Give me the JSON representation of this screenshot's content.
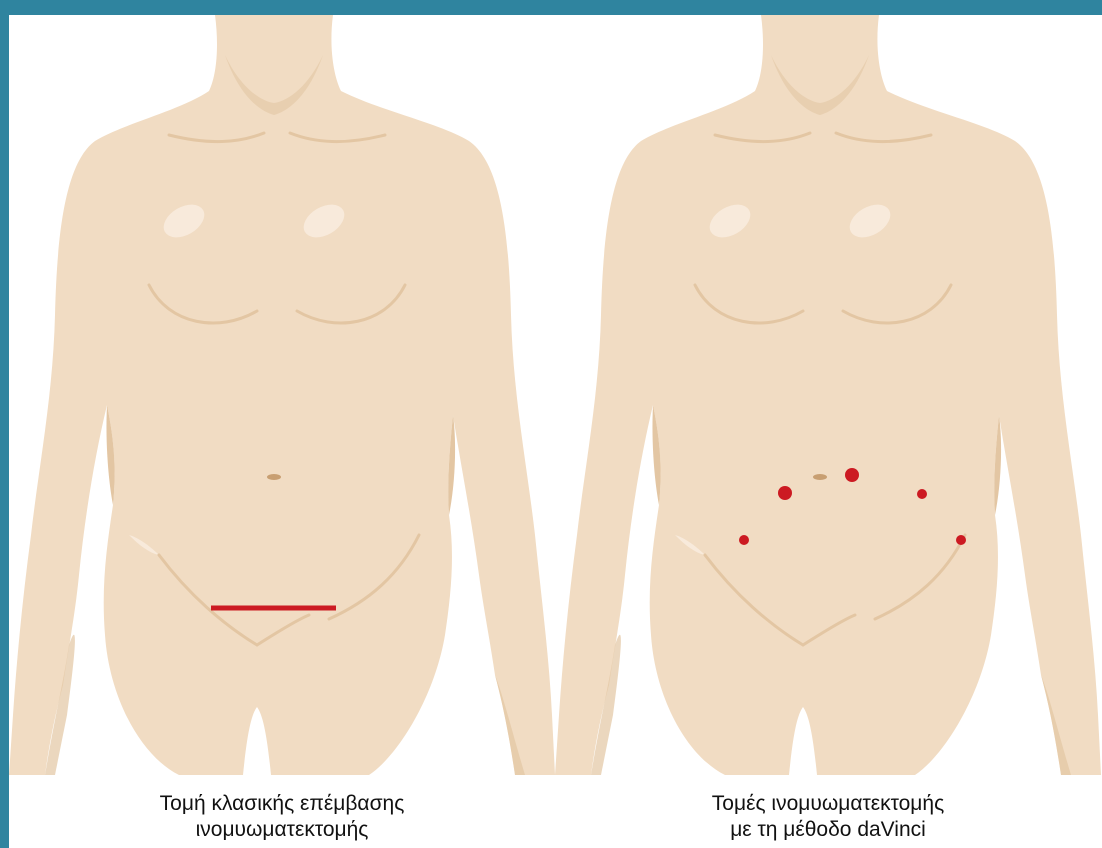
{
  "figures": [
    {
      "id": "classic",
      "caption_line1": "Τομή κλασικής επέμβασης",
      "caption_line2": "ινομυωματεκτομής",
      "incision_type": "horizontal-line"
    },
    {
      "id": "davinci",
      "caption_line1": "Τομές ινομυωματεκτομής",
      "caption_line2": "με τη μέθοδο daVinci",
      "incision_type": "port-dots"
    }
  ],
  "colors": {
    "frame": "#2f849f",
    "skin": "#f1dcc3",
    "skin_shadow": "#e3c6a3",
    "skin_highlight": "#f8eadb",
    "incision": "#cc1a22"
  }
}
